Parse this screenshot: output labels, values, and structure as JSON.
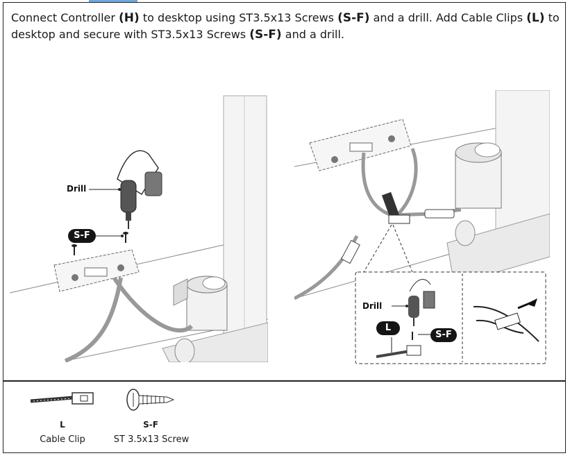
{
  "instruction": {
    "t1": "Connect Controller ",
    "h": "(H)",
    "t2": " to desktop using ST3.5x13 Screws ",
    "sf1": "(S-F)",
    "t3": " and a drill. Add Cable Clips ",
    "l": "(L)",
    "t4": " to desktop and secure with ST3.5x13 Screws ",
    "sf2": "(S-F)",
    "t5": " and a drill."
  },
  "left_panel": {
    "drill_label": "Drill",
    "screw_tag": "S-F"
  },
  "right_panel": {
    "drill_label": "Drill",
    "clip_tag": "L",
    "screw_tag": "S-F"
  },
  "parts": [
    {
      "code": "L",
      "name": "Cable Clip",
      "icon": "cable-clip-icon"
    },
    {
      "code": "S-F",
      "name": "ST 3.5x13 Screw",
      "icon": "screw-icon"
    }
  ],
  "colors": {
    "frame": "#222222",
    "accent_tab": "#6fa8dc",
    "tag_bg": "#151515"
  }
}
